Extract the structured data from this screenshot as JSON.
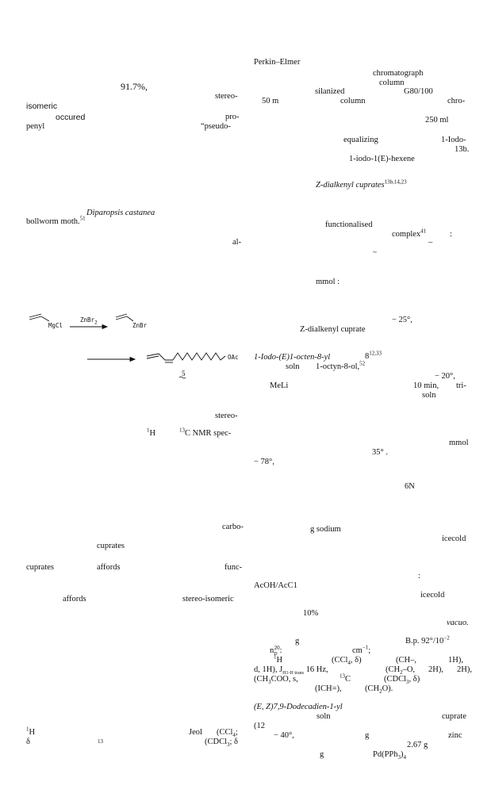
{
  "left": {
    "yield": "91.7%,",
    "stereo": "stereo-",
    "isomeric": "isomeric",
    "occured": "occured",
    "pro": "pro-",
    "penyl": "penyl",
    "pseudo": "“pseudo-",
    "diparopsis": "Diparopsis castanea",
    "bollworm": "bollworm moth.",
    "bollworm_ref": "51",
    "al": "al-",
    "mgcl": "MgCl",
    "znbr2": "ZnBr",
    "znbr2_sub": "2",
    "znbr": "ZnBr",
    "oac": "OAc",
    "compound_num": "5",
    "stereo2": "stereo-",
    "h1": "1",
    "h1_label": "H",
    "c13": "13",
    "c13_label": "C NMR spec-",
    "carbo": "carbo-",
    "cuprates1": "cuprates",
    "cuprates2": "cuprates",
    "affords1": "affords",
    "func": "func-",
    "affords2": "affords",
    "stereo_isomeric": "stereo-isomeric",
    "h1b": "1",
    "h1b_label": "H",
    "delta": "δ",
    "c13b": "13",
    "jeol": "Jeol",
    "ccl4": "(CCl",
    "ccl4_sub": "4",
    "ccl4_end": ";",
    "cdcl3": "(CDCl",
    "cdcl3_sub": "3",
    "cdcl3_end": "; δ"
  },
  "right": {
    "perkin": "Perkin–Elmer",
    "chromatograph": "chromatograph",
    "column1": "column",
    "silanized": "silanized",
    "g80": "G80/100",
    "m50": "50 m",
    "column2": "column",
    "chro": "chro-",
    "ml250": "250 ml",
    "equalizing": "equalizing",
    "iodo": "1-Iodo-",
    "ref13b": "13b.",
    "iodohexene": "1-iodo-1(E)-hexene",
    "zdialkenyl": "Z-dialkenyl cuprates",
    "zdialkenyl_ref": "13b,14,23",
    "functionalised": "functionalised",
    "complex": "complex",
    "complex_ref": "41",
    "colon1": ":",
    "dash1": "_",
    "tilde": "~",
    "mmol1": "mmol :",
    "temp25": "− 25°,",
    "zdialkenyl2": "Z-dialkenyl cuprate",
    "iodooctenyl": "1-Iodo-(E)1-octen-8-yl",
    "ref8": "8",
    "ref8_refs": "12,33",
    "soln1": "soln",
    "octynol": "1-octyn-8-ol,",
    "octynol_ref": "52",
    "temp20": "− 20°,",
    "meli": "MeLi",
    "min10": "10 min,",
    "tri": "tri-",
    "soln2": "soln",
    "mmol2": "mmol",
    "temp35": "35° .",
    "temp78": "− 78°,",
    "n6": "6N",
    "gsodium": "g sodium",
    "icecold1": "icecold",
    "colon2": ":",
    "acohacc1": "AcOH/AcC1",
    "icecold2": "icecold",
    "pct10": "10%",
    "vacuo": "vacuo.",
    "g1": "g",
    "bp": "B.p. 92°/10",
    "bp_exp": "−2",
    "nd": "n",
    "nd_sub": "D",
    "nd_sup": "20",
    "nd_end": ":",
    "cm": "cm",
    "cm_sup": "−1",
    "cm_end": ";",
    "nmr1": "1",
    "nmr1_label": "H",
    "ccl4d": "(CCl",
    "ccl4d_sub": "4",
    "ccl4d_end": ", δ)",
    "ch_eq": "(CH–,",
    "h1c": "1H),",
    "d1h": "d, 1H), J",
    "d1h_sub": "H1-H trans",
    "d1h_end": "16 Hz,",
    "ch2o": "(CH",
    "ch2o_sub": "2",
    "ch2o_end": "–O,",
    "h2a": "2H),",
    "h2b": "2H),",
    "ch3coo": "(CH",
    "ch3coo_sub": "3",
    "ch3coo_end": "COO, s,",
    "c13c": "13",
    "c13c_label": "C",
    "cdcl3d": "(CDCl",
    "cdcl3d_sub": "3",
    "cdcl3d_end": ", δ)",
    "ich": "(ICH=),",
    "ch2oend": "(CH",
    "ch2oend_sub": "2",
    "ch2oend_end": "O).",
    "dodecadien": "(E, Z)7,9-Dodecadien-1-yl",
    "soln3": "soln",
    "cuprate": "cuprate",
    "paren12": "(12",
    "temp40": "− 40°,",
    "g2": "g",
    "zinc": "zinc",
    "g267": "2.67 g",
    "g3": "g",
    "pdpph3": "Pd(PPh",
    "pdpph3_sub": "3",
    "pdpph3_end": ")",
    "pdpph3_sub2": "4"
  }
}
